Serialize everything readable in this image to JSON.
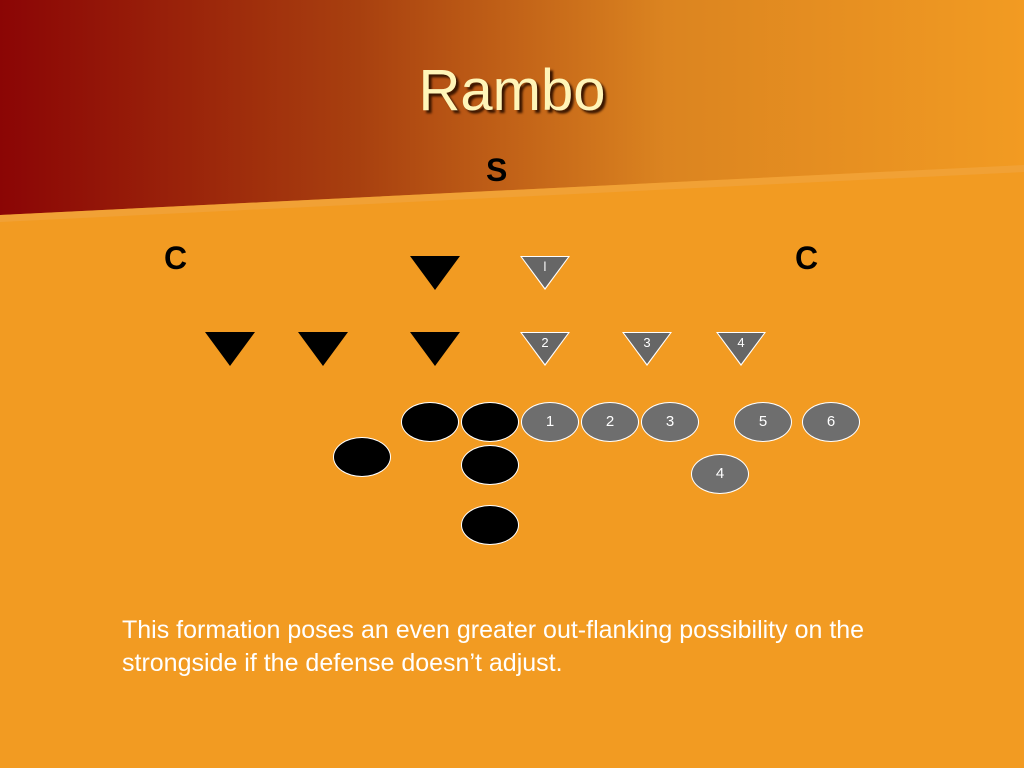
{
  "slide": {
    "title": "Rambo",
    "caption": "This formation poses an even greater out-flanking possibility on the strongside if the defense doesn’t adjust.",
    "colors": {
      "background": "#F29B22",
      "header_dark": "#8B0000",
      "defense": "#000000",
      "offense": "#6E6E6E"
    }
  },
  "labels": {
    "safety": "S",
    "corner_left": "C",
    "corner_right": "C"
  },
  "defense_triangles": {
    "lb_row_gray": [
      "l"
    ],
    "line_row_gray": [
      "2",
      "3",
      "4"
    ]
  },
  "offense": {
    "line_numbers": [
      "1",
      "2",
      "3",
      "5",
      "6"
    ],
    "backfield_number": "4"
  }
}
